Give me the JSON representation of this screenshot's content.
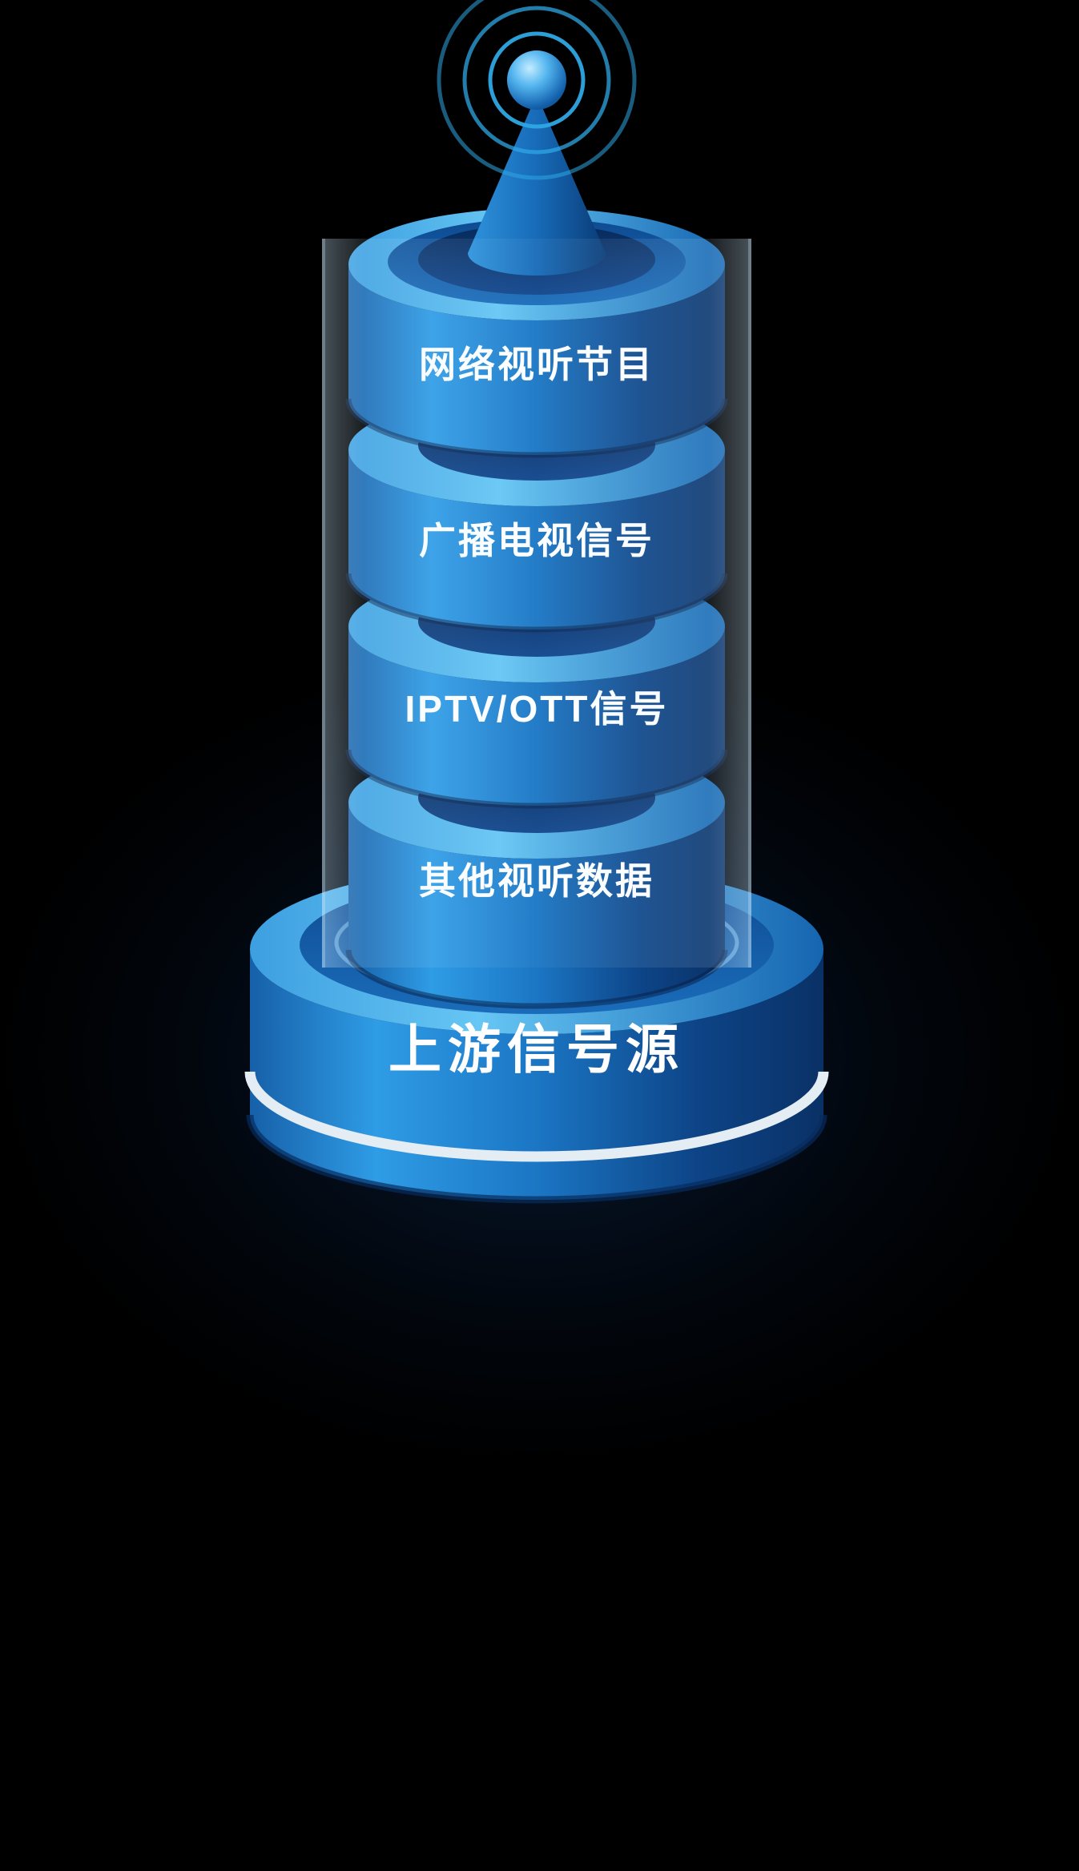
{
  "illustration": {
    "tower": {
      "segments": [
        {
          "label": "网络视听节目"
        },
        {
          "label": "广播电视信号"
        },
        {
          "label": "IPTV/OTT信号"
        },
        {
          "label": "其他视听数据"
        }
      ],
      "base_label": "上游信号源"
    },
    "antenna": {
      "signal_rings": 3
    },
    "colors": {
      "background": "#000000",
      "cylinder_light": "#2f9ce6",
      "cylinder_mid": "#1b76c4",
      "cylinder_dark": "#0a3166",
      "top_rim": "#66c6f4",
      "recess": "#082a5a",
      "base_stripe": "#e4ecf4",
      "signal_ring": "#2ea7e4",
      "label_text": "#ffffff"
    }
  }
}
